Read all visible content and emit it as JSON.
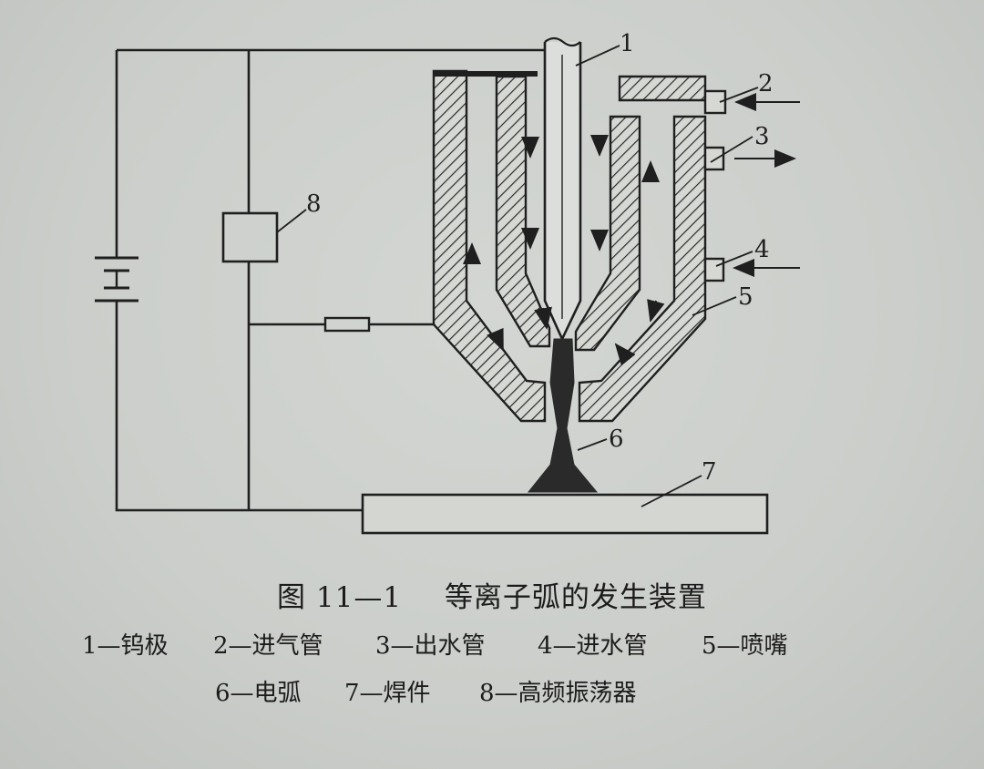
{
  "figure": {
    "number": "图 11—1",
    "title": "等离子弧的发生装置"
  },
  "callouts": [
    "1",
    "2",
    "3",
    "4",
    "5",
    "6",
    "7",
    "8"
  ],
  "legend": [
    "1—钨极",
    "2—进气管",
    "3—出水管",
    "4—进水管",
    "5—喷嘴",
    "6—电弧",
    "7—焊件",
    "8—高频振荡器"
  ],
  "colors": {
    "ink": "#1f1f1f",
    "paper": "#cfd2ce",
    "arc": "#2a2a2a"
  }
}
